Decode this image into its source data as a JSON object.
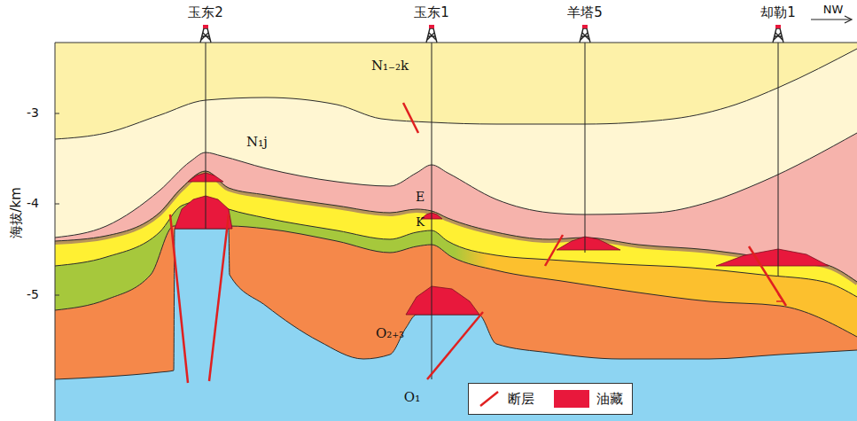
{
  "diagram": {
    "labels": [
      "玉东2",
      "玉东1",
      "羊塔5",
      "却勒1",
      "NW",
      "海拔/km",
      "-3",
      "-4",
      "-5",
      "N₁₋₂k",
      "N₁j",
      "E",
      "K",
      "O₂₊₃",
      "O₁"
    ],
    "legend": [
      {
        "text": "断层"
      },
      {
        "text": "油藏",
        "color": "#e8183c"
      }
    ]
  }
}
